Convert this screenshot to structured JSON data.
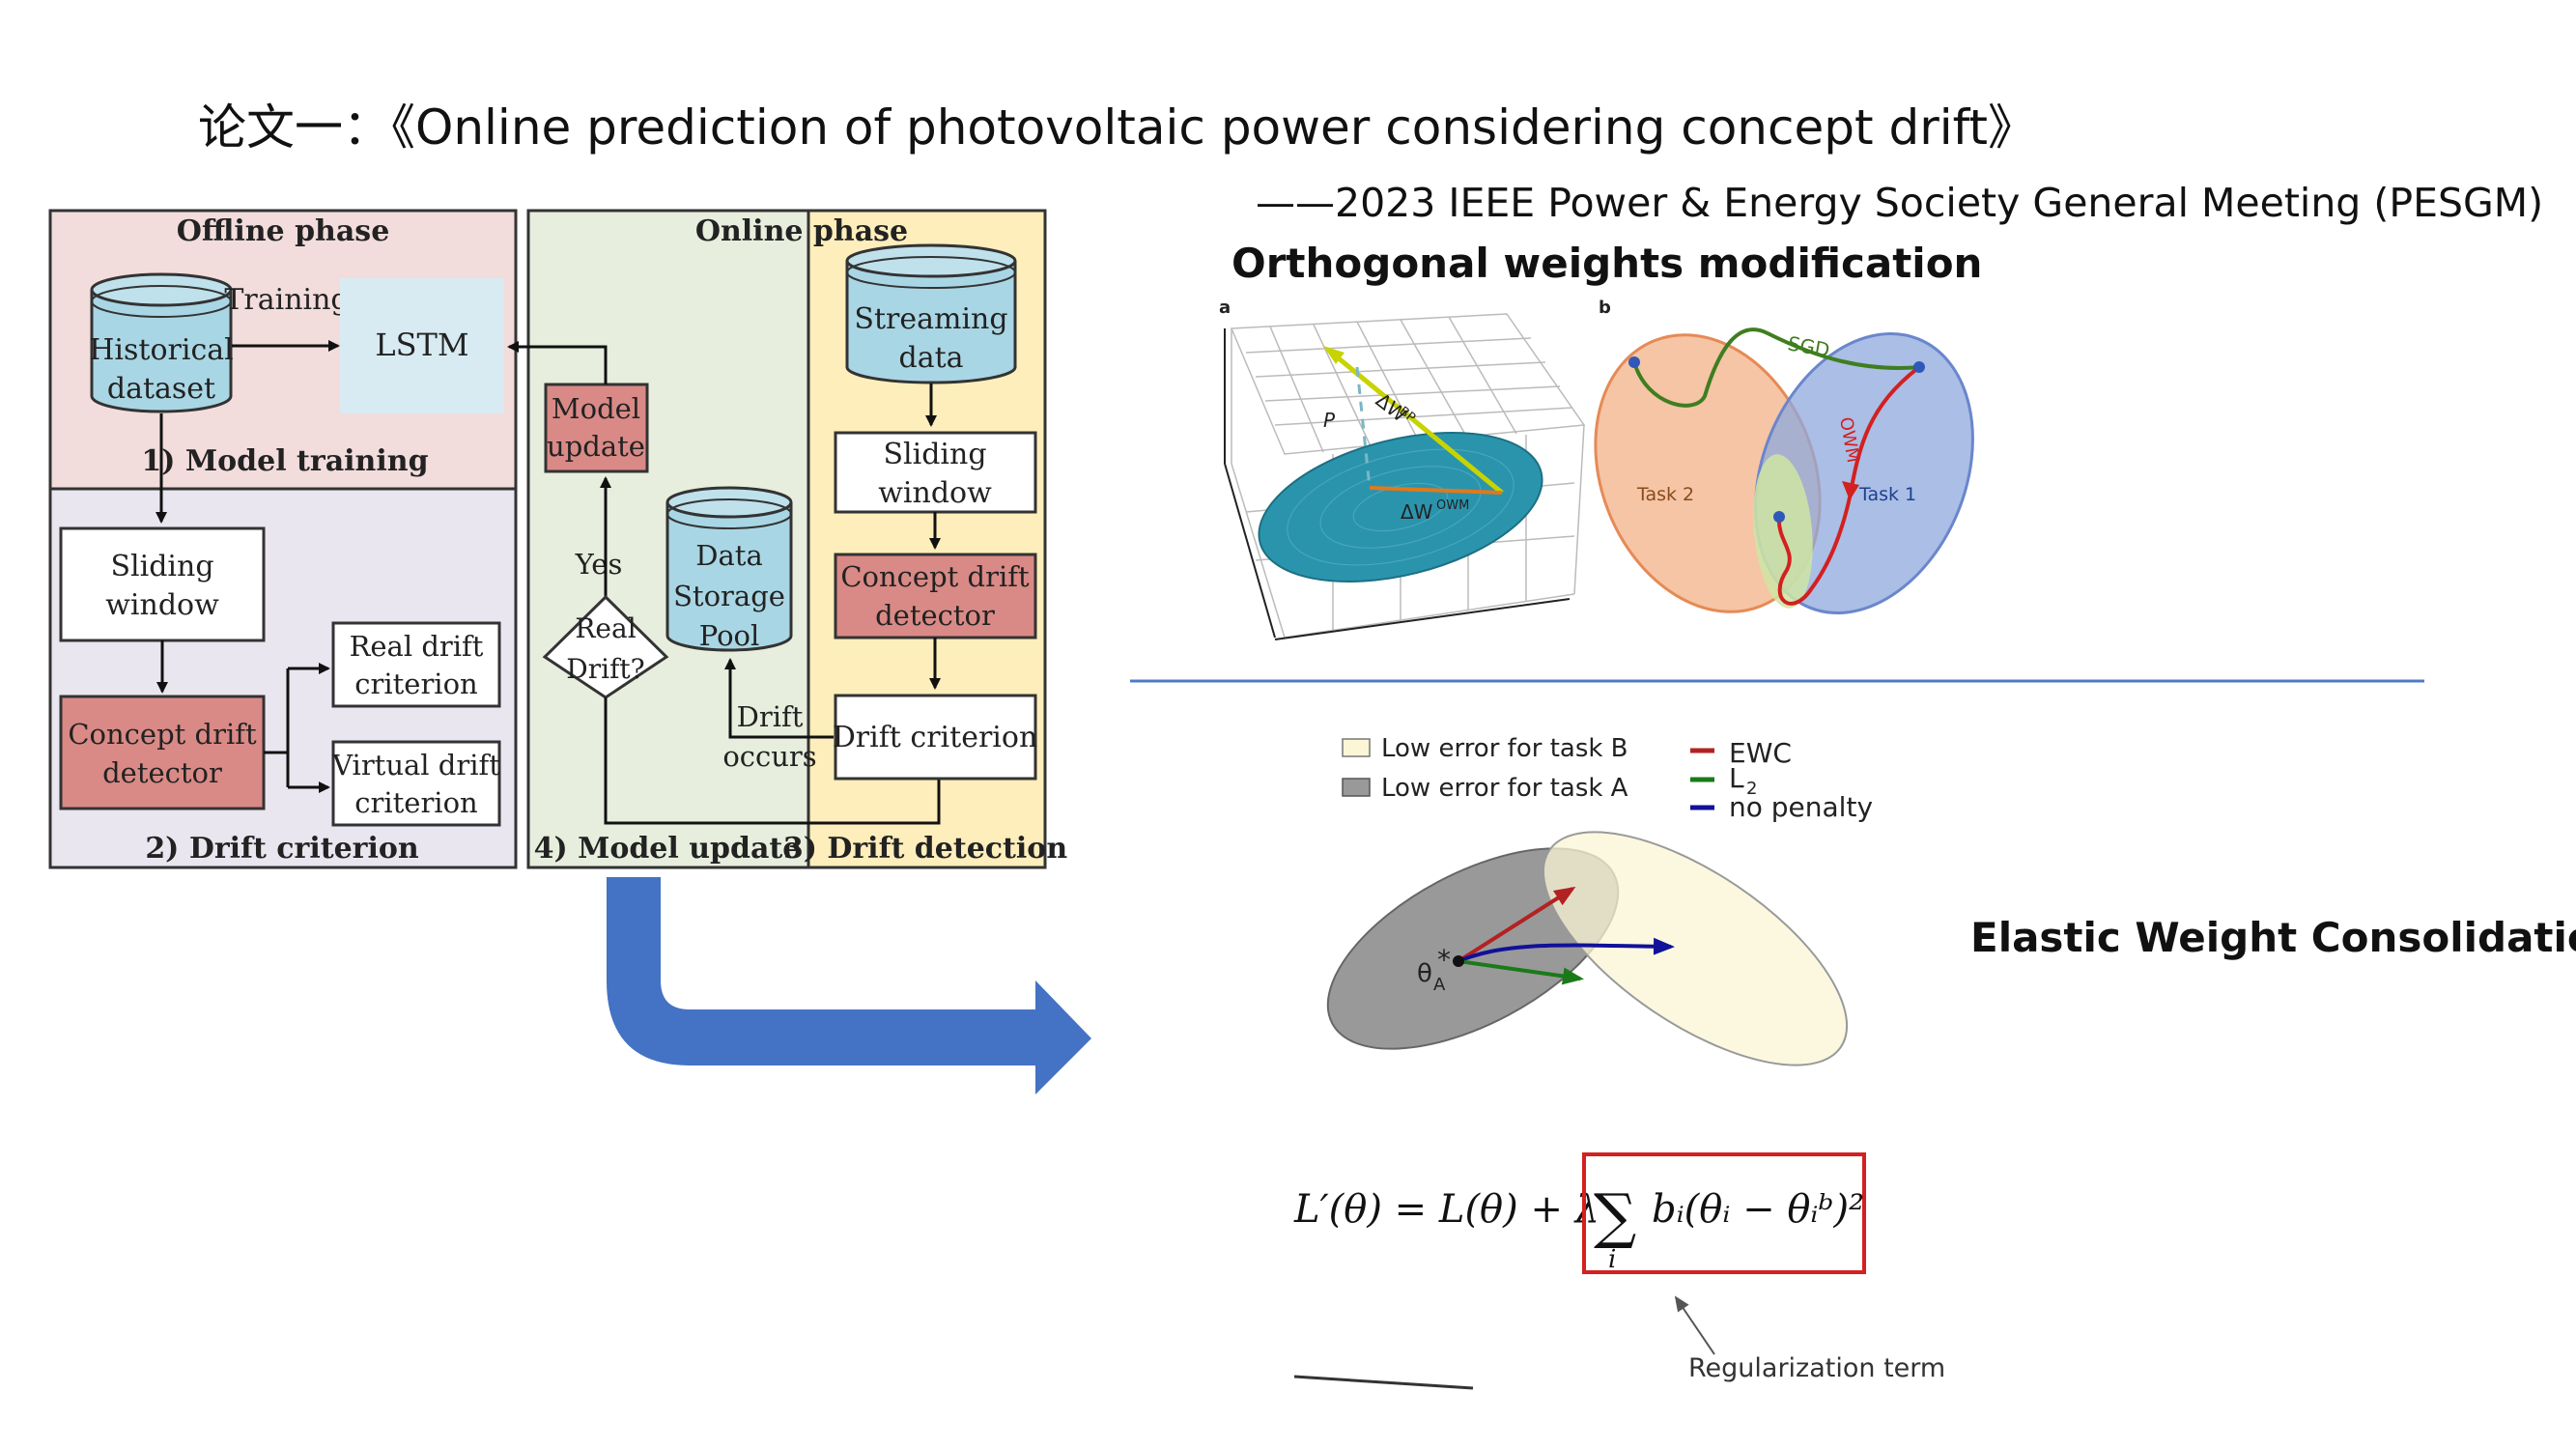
{
  "title": "论文一：《Online prediction of photovoltaic power considering concept drift》",
  "subtitle": "——2023 IEEE Power & Energy Society General Meeting (PESGM)",
  "owm_heading": "Orthogonal weights modification",
  "ewc_heading": "Elastic Weight Consolidation",
  "flowchart": {
    "offline_phase": "Offline phase",
    "online_phase": "Online phase",
    "historical_dataset": [
      "Historical",
      "dataset"
    ],
    "training": "Training",
    "lstm": "LSTM",
    "model_training": "1) Model training",
    "sliding_window_left": [
      "Sliding",
      "window"
    ],
    "concept_drift_detector_left": [
      "Concept drift",
      "detector"
    ],
    "real_drift_criterion": [
      "Real drift",
      "criterion"
    ],
    "virtual_drift_criterion": [
      "Virtual drift",
      "criterion"
    ],
    "drift_criterion_section": "2) Drift criterion",
    "model_update_box": [
      "Model",
      "update"
    ],
    "yes": "Yes",
    "real_drift": [
      "Real",
      "Drift?"
    ],
    "data_storage_pool": [
      "Data",
      "Storage",
      "Pool"
    ],
    "drift_occurs": [
      "Drift",
      "occurs"
    ],
    "model_update_section": "4) Model update",
    "streaming_data": [
      "Streaming",
      "data"
    ],
    "sliding_window_right": [
      "Sliding",
      "window"
    ],
    "concept_drift_detector_right": [
      "Concept drift",
      "detector"
    ],
    "drift_criterion_box": "Drift criterion",
    "drift_detection_section": "3) Drift detection",
    "colors": {
      "offline_bg": "#f2dcdc",
      "criterion_bg": "#eae6f0",
      "online_bg": "#e7eedd",
      "detection_bg": "#fdeebb",
      "lstm_bg": "#d8ebf3",
      "cylinder": "#a9d6e4",
      "red_box": "#d98a86"
    }
  },
  "owm_figure": {
    "panel_a": "a",
    "panel_b": "b",
    "delta_w_bp": "ΔW",
    "bp_sub": "BP",
    "delta_w_owm": "ΔW",
    "owm_sub": "OWM",
    "p_label": "P",
    "sgd": "SGD",
    "owm": "OWM",
    "task1": "Task 1",
    "task2": "Task 2"
  },
  "ewc_figure": {
    "legend_b": "Low error for task B",
    "legend_a": "Low error for task A",
    "ewc": "EWC",
    "l2": "L",
    "l2_sub": "2",
    "no_penalty": "no penalty",
    "theta_a": "θ",
    "theta_sub": "A",
    "theta_star": "*",
    "colors": {
      "ewc": "#b22222",
      "l2": "#1a7a1a",
      "no_penalty": "#111199"
    }
  },
  "formula": {
    "lhs": "L′(θ) = L(θ) + λ",
    "sum": "∑",
    "sum_index": "i",
    "term": "bᵢ(θᵢ − θᵢᵇ)²",
    "annotation": "Regularization term"
  }
}
